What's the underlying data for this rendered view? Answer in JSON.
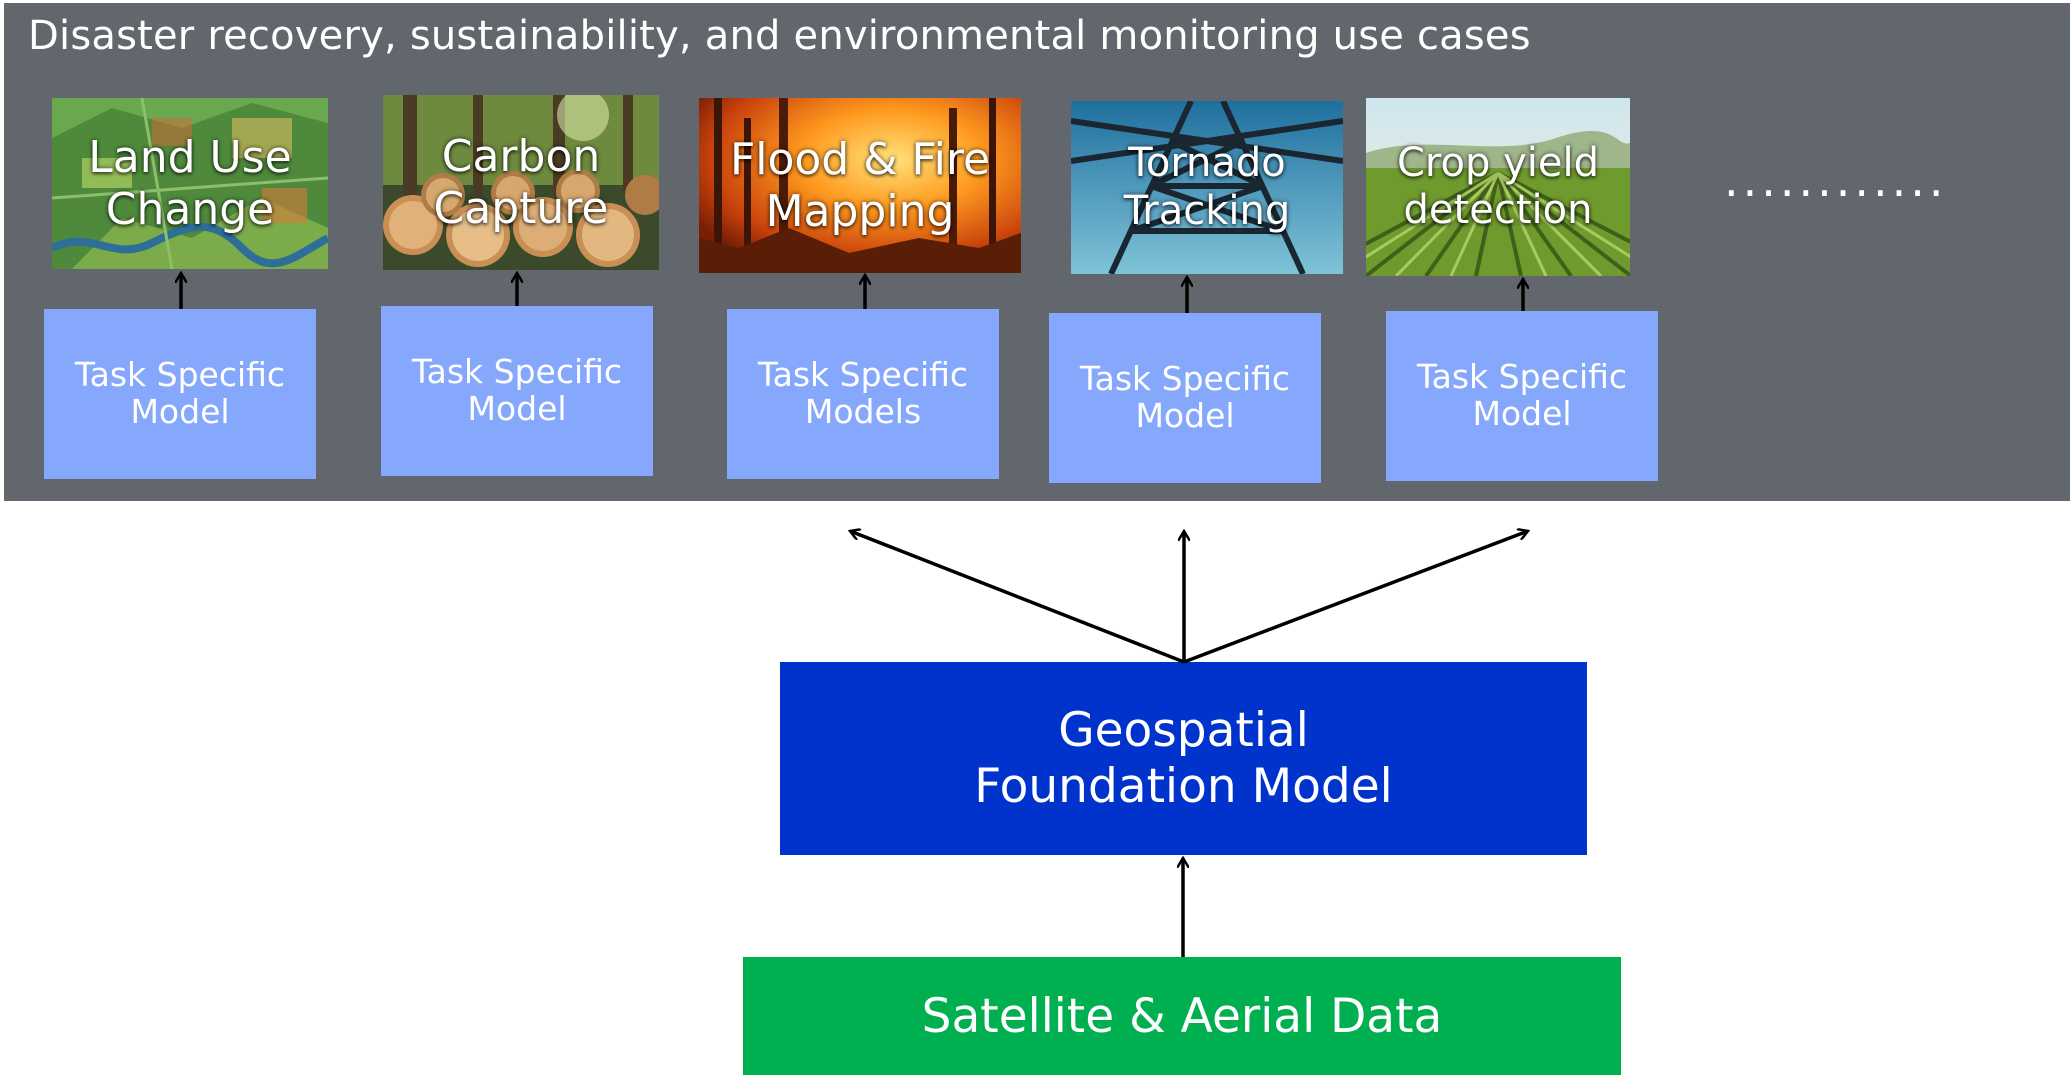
{
  "panel": {
    "title": "Disaster recovery, sustainability, and environmental monitoring use cases",
    "background": "#62666d",
    "more_indicator": "............"
  },
  "use_cases": [
    {
      "label": "Land Use\nChange",
      "image": "land-use-map-image",
      "model_label": "Task Specific\nModel"
    },
    {
      "label": "Carbon\nCapture",
      "image": "forest-logs-image",
      "model_label": "Task Specific\nModel"
    },
    {
      "label": "Flood & Fire\nMapping",
      "image": "wildfire-image",
      "model_label": "Task Specific\nModels"
    },
    {
      "label": "Tornado\nTracking",
      "image": "power-tower-image",
      "model_label": "Task Specific\nModel"
    },
    {
      "label": "Crop yield\ndetection",
      "image": "vineyard-field-image",
      "model_label": "Task Specific\nModel"
    }
  ],
  "foundation_model": {
    "label": "Geospatial\nFoundation Model",
    "color": "#0033cc"
  },
  "data_source": {
    "label": "Satellite & Aerial Data",
    "color": "#00b050"
  },
  "colors": {
    "task_box": "#85a7fc",
    "arrow": "#000000",
    "text": "#ffffff"
  }
}
